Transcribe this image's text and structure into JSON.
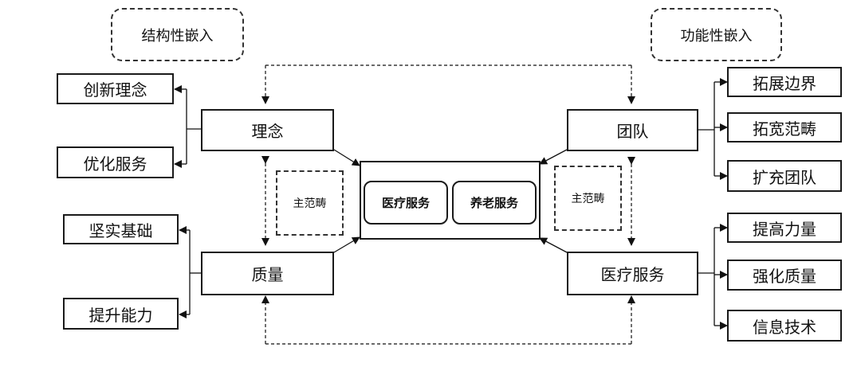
{
  "headers": {
    "structural": "结构性嵌入",
    "functional": "功能性嵌入"
  },
  "center": {
    "left": "医疗服务",
    "right": "养老服务"
  },
  "left": {
    "concept": "理念",
    "quality": "质量",
    "concept_children": [
      "创新理念",
      "优化服务"
    ],
    "quality_children": [
      "坚实基础",
      "提升能力"
    ],
    "paradigm": "主范畴"
  },
  "right": {
    "team": "团队",
    "medical": "医疗服务",
    "team_children": [
      "拓展边界",
      "拓宽范畴",
      "扩充团队"
    ],
    "medical_children": [
      "提高力量",
      "强化质量",
      "信息技术"
    ],
    "paradigm": "主范畴"
  }
}
